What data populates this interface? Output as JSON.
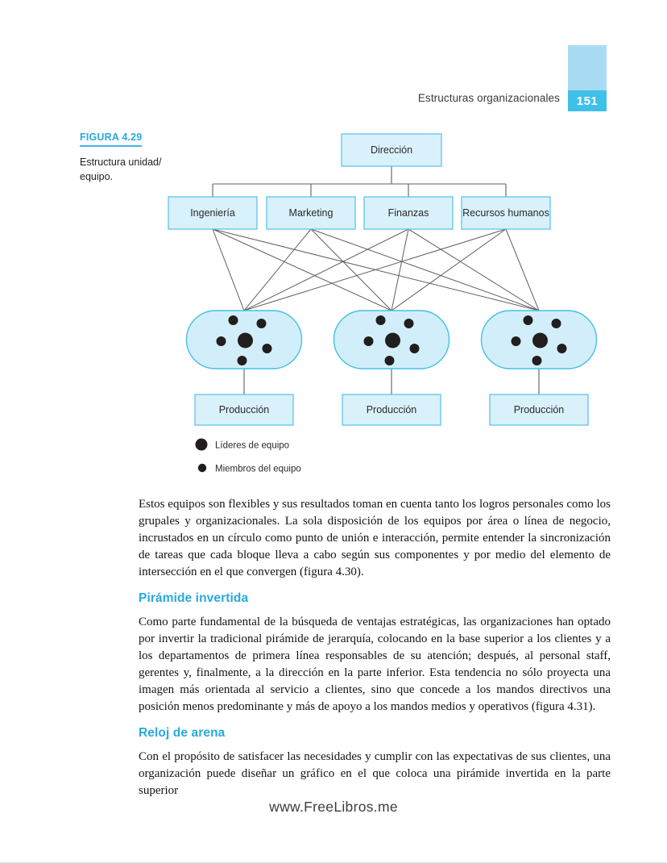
{
  "header": {
    "running_title": "Estructuras organizacionales",
    "page_number": "151"
  },
  "figure": {
    "label": "FIGURA 4.29",
    "caption": "Estructura unidad/\nequipo.",
    "chart_data": {
      "type": "org-chart-diagram",
      "root": "Dirección",
      "departments": [
        "Ingeniería",
        "Marketing",
        "Finanzas",
        "Recursos humanos"
      ],
      "team_count": 3,
      "team_members_per_team": {
        "leaders": 1,
        "members": 5
      },
      "connections": "every department connects to every team; each team connects to one production unit",
      "production_label": "Producción",
      "legend": [
        {
          "symbol": "large-dot",
          "label": "Líderes de equipo"
        },
        {
          "symbol": "small-dot",
          "label": "Miembros del equipo"
        }
      ]
    }
  },
  "body": {
    "paragraph1": "Estos equipos son flexibles y sus resultados toman en cuenta tanto los logros personales como los grupales y organizacionales. La sola disposición de los equipos por área o línea de negocio, incrustados en un círculo como punto de unión e interacción, permite entender la sincronización de tareas que cada bloque lleva a cabo según sus componentes y por medio del elemento de intersección en el que convergen (figura 4.30).",
    "heading1": "Pirámide invertida",
    "paragraph2": "Como parte fundamental de la búsqueda de ventajas estratégicas, las organizaciones han optado por invertir la tradicional pirámide de jerarquía, colocando en la base superior a los clientes y a los departamentos de primera línea responsables de su atención; después, al personal staff, gerentes y, finalmente, a la dirección en la parte inferior. Esta tendencia no sólo proyecta una imagen más orientada al servicio a clientes, sino que concede a los mandos directivos una posición menos predominante y más de apoyo a los mandos medios y operativos (figura 4.31).",
    "heading2": "Reloj de arena",
    "paragraph3": "Con el propósito de satisfacer las necesidades y cumplir con las expectativas de sus clientes, una organización puede diseñar un gráfico en el que coloca una pirámide invertida en la parte superior"
  },
  "footer": {
    "watermark": "www.FreeLibros.me"
  },
  "colors": {
    "accent_blue": "#29a9dd",
    "tab_light": "#a9dcf3",
    "tab_dark": "#3fc0e9",
    "node_fill": "#d9f1fb",
    "node_border": "#5ec5e9",
    "oval_fill": "#d2eefb",
    "oval_border": "#45c0e6",
    "connector": "#5f5f5f",
    "dot": "#221e1e"
  }
}
